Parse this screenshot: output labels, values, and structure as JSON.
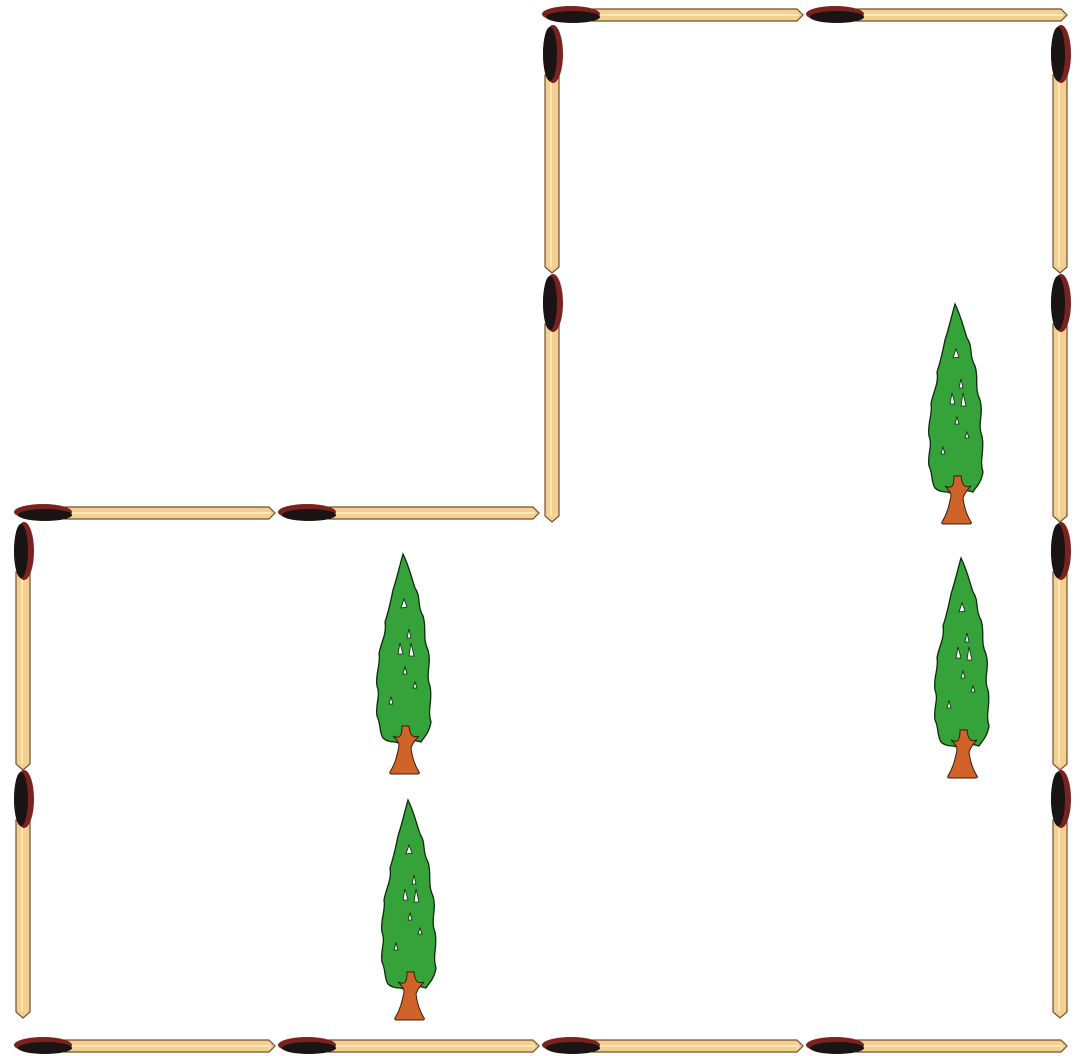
{
  "puzzle": {
    "matchsticks_horizontal": [
      {
        "id": "top-1"
      },
      {
        "id": "top-2"
      },
      {
        "id": "mid-1"
      },
      {
        "id": "mid-2"
      },
      {
        "id": "bottom-1"
      },
      {
        "id": "bottom-2"
      },
      {
        "id": "bottom-3"
      },
      {
        "id": "bottom-4"
      }
    ],
    "matchsticks_vertical": [
      {
        "id": "inner-upper"
      },
      {
        "id": "inner-lower"
      },
      {
        "id": "right-1"
      },
      {
        "id": "right-2"
      },
      {
        "id": "right-3"
      },
      {
        "id": "right-4"
      },
      {
        "id": "left-upper"
      },
      {
        "id": "left-lower"
      }
    ],
    "trees": [
      {
        "id": "tree-1"
      },
      {
        "id": "tree-2"
      },
      {
        "id": "tree-3"
      },
      {
        "id": "tree-4"
      }
    ],
    "colors": {
      "stick_wood": "#f4cf90",
      "stick_wood_light": "#fbe8bf",
      "stick_outline": "#6b5230",
      "head_dark": "#1a1414",
      "head_red": "#7a2220",
      "foliage": "#35a23a",
      "trunk": "#d0632a"
    }
  }
}
